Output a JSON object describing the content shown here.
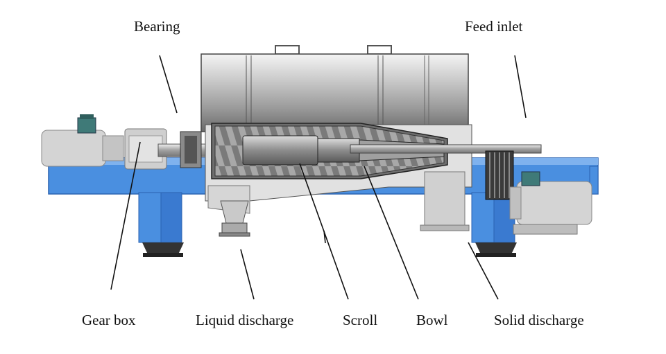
{
  "labels": {
    "bearing": "Bearing",
    "feed_inlet": "Feed inlet",
    "gear_box": "Gear box",
    "liquid_discharge": "Liquid discharge",
    "scroll": "Scroll",
    "bowl": "Bowl",
    "solid_discharge": "Solid discharge"
  },
  "colors": {
    "frame_blue": "#4a8fe0",
    "frame_blue_dark": "#2a62b0",
    "metal_light": "#e6e6e6",
    "metal_mid": "#b9b9b9",
    "metal_dark": "#6f6f6f",
    "motor_gray": "#d4d4d4",
    "motor_cap": "#3f7a78",
    "foot_black": "#222222",
    "line": "#111111"
  }
}
